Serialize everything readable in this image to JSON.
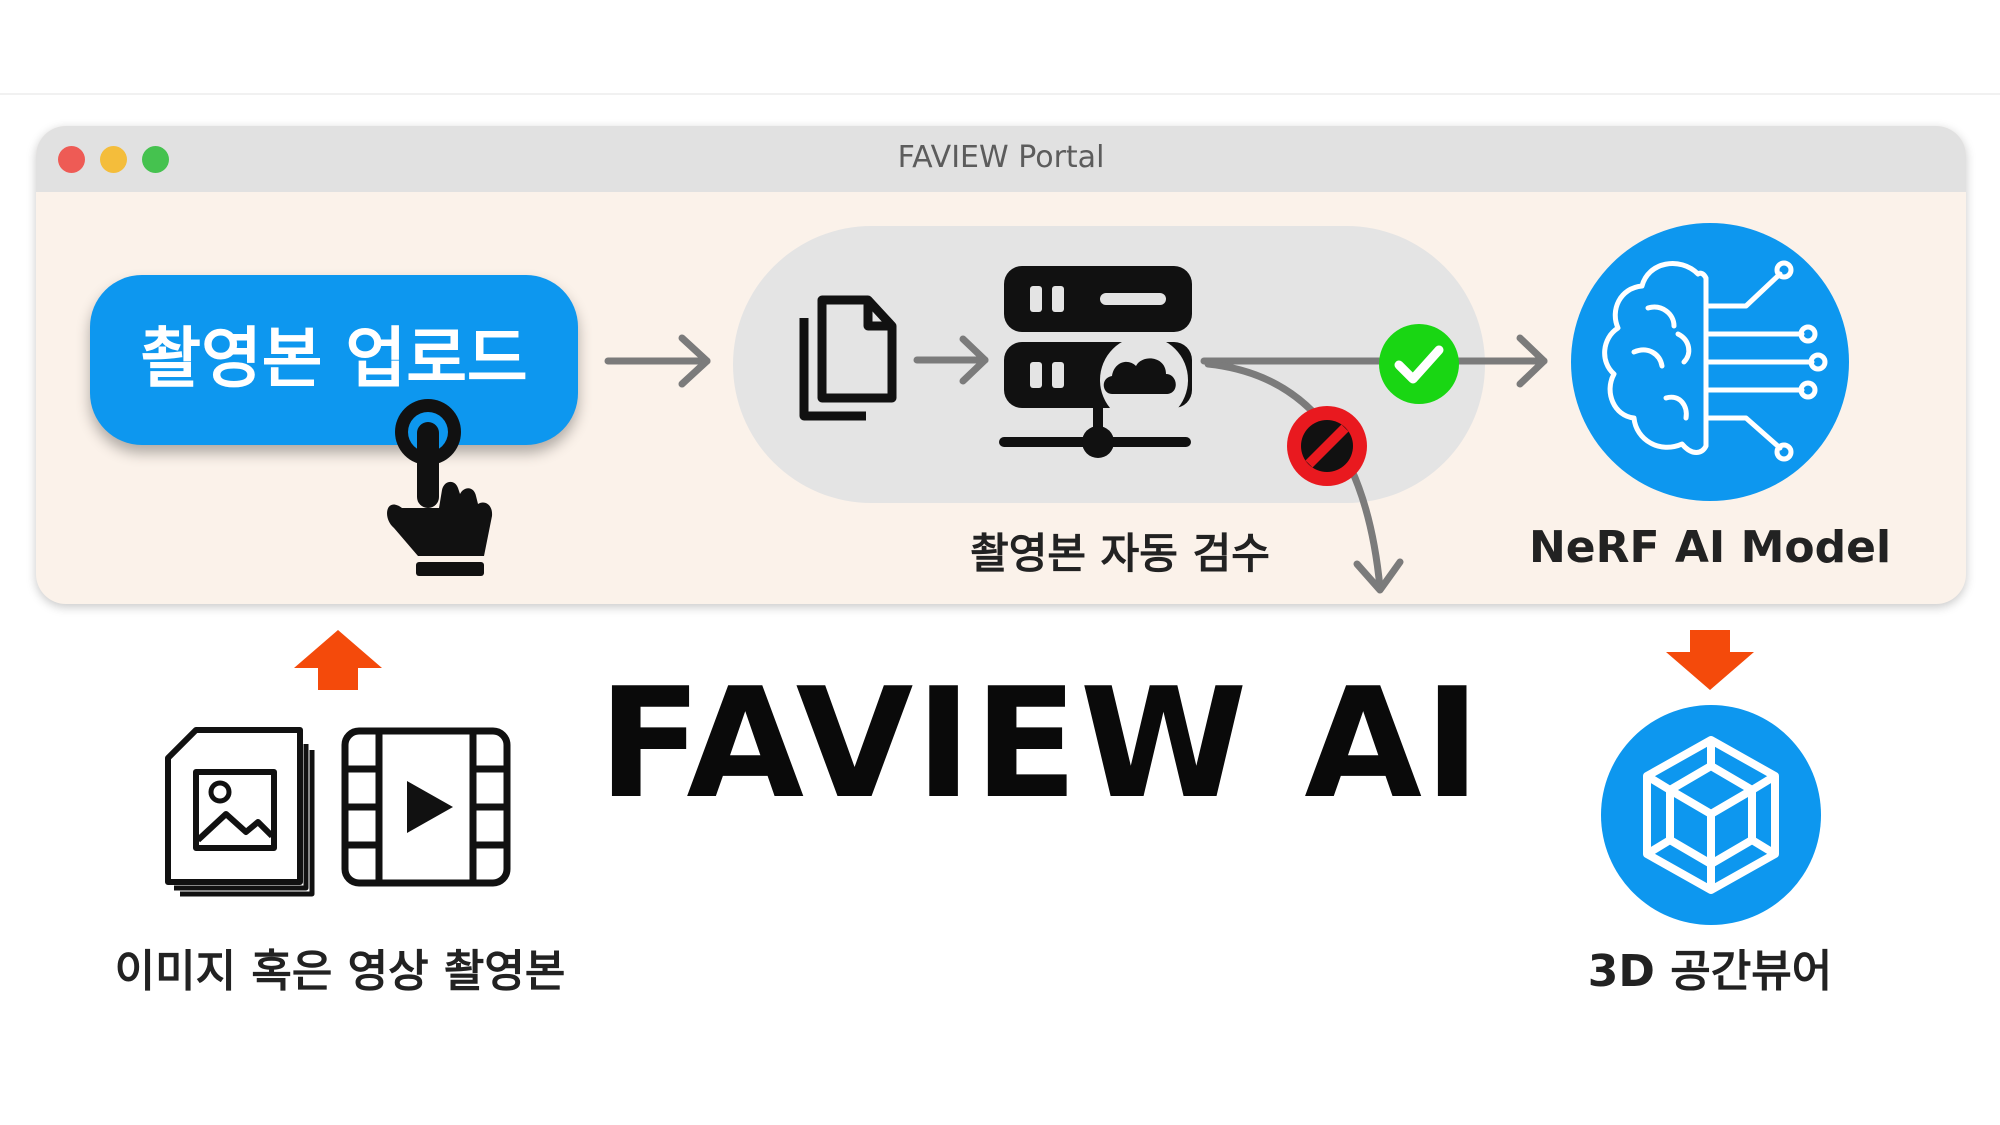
{
  "window": {
    "title": "FAVIEW Portal"
  },
  "upload_button": {
    "label": "촬영본 업로드"
  },
  "inspection": {
    "label": "촬영본 자동 검수"
  },
  "model": {
    "label": "NeRF AI Model"
  },
  "brand": {
    "title": "FAVIEW AI"
  },
  "input": {
    "label": "이미지 혹은 영상 촬영본"
  },
  "output": {
    "label": "3D 공간뷰어"
  },
  "colors": {
    "accent_blue": "#0d97ef",
    "window_bg": "#fbf2ea",
    "pill_bg": "#e4e4e4",
    "arrow_orange": "#f44a0b",
    "check_green": "#19d613",
    "block_red": "#e9191f"
  },
  "icons": [
    "hand-pointer-icon",
    "documents-icon",
    "server-cloud-icon",
    "check-icon",
    "blocked-icon",
    "brain-circuit-icon",
    "image-stack-icon",
    "video-film-icon",
    "cube-icon",
    "arrow-up-icon",
    "arrow-down-icon"
  ]
}
